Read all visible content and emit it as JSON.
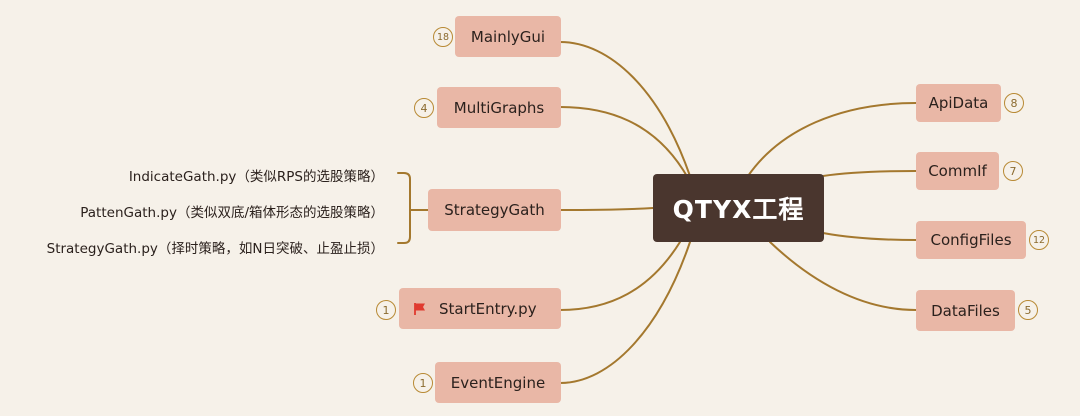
{
  "colors": {
    "background": "#f6f1e9",
    "branch": "#a4782e",
    "node_fill": "#e9b7a6",
    "root_fill": "#4a362e",
    "flag": "#e03a2f"
  },
  "root": {
    "label": "QTYX工程"
  },
  "left_nodes": [
    {
      "label": "MainlyGui",
      "badge": "18"
    },
    {
      "label": "MultiGraphs",
      "badge": "4"
    },
    {
      "label": "StrategyGath",
      "badge": ""
    },
    {
      "label": "StartEntry.py",
      "badge": "1",
      "icon": "red-flag-icon"
    },
    {
      "label": "EventEngine",
      "badge": "1"
    }
  ],
  "right_nodes": [
    {
      "label": "ApiData",
      "badge": "8"
    },
    {
      "label": "CommIf",
      "badge": "7"
    },
    {
      "label": "ConfigFiles",
      "badge": "12"
    },
    {
      "label": "DataFiles",
      "badge": "5"
    }
  ],
  "strategy_children": [
    {
      "label": "IndicateGath.py（类似RPS的选股策略）"
    },
    {
      "label": "PattenGath.py（类似双底/箱体形态的选股策略）"
    },
    {
      "label": "StrategyGath.py（择时策略，如N日突破、止盈止损）"
    }
  ]
}
